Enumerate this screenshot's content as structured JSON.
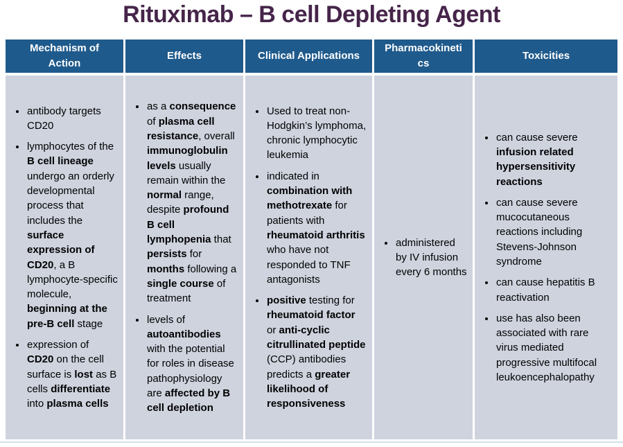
{
  "title": "Rituximab – B cell Depleting Agent",
  "colors": {
    "header_bg": "#1F5A8C",
    "cell_bg": "#CED3DE",
    "title": "#46254A",
    "header_text": "#FFFFFF",
    "body_text": "#000000",
    "bottom_rule": "#D6DEEA"
  },
  "table": {
    "columns": [
      {
        "id": "mechanism-of-action",
        "header": "Mechanism of\nAction",
        "bullets": [
          [
            {
              "t": "antibody targets CD20"
            }
          ],
          [
            {
              "t": "lymphocytes of the "
            },
            {
              "t": "B cell lineage",
              "b": true
            },
            {
              "t": " undergo an orderly developmental process that includes the "
            },
            {
              "t": "surface expression of CD20",
              "b": true
            },
            {
              "t": ", a B lymphocyte-specific molecule, "
            },
            {
              "t": "beginning at the pre-B cell",
              "b": true
            },
            {
              "t": " stage"
            }
          ],
          [
            {
              "t": "expression of "
            },
            {
              "t": "CD20",
              "b": true
            },
            {
              "t": " on the cell surface is "
            },
            {
              "t": "lost",
              "b": true
            },
            {
              "t": " as B cells "
            },
            {
              "t": "differentiate",
              "b": true
            },
            {
              "t": " into "
            },
            {
              "t": "plasma cells",
              "b": true
            }
          ]
        ]
      },
      {
        "id": "effects",
        "header": "Effects",
        "bullets": [
          [
            {
              "t": "as a "
            },
            {
              "t": "consequence",
              "b": true
            },
            {
              "t": " of "
            },
            {
              "t": "plasma cell resistance",
              "b": true
            },
            {
              "t": ", overall "
            },
            {
              "t": "immunoglobulin levels",
              "b": true
            },
            {
              "t": " usually remain within the "
            },
            {
              "t": "normal",
              "b": true
            },
            {
              "t": " range, despite "
            },
            {
              "t": "profound B cell lymphopenia",
              "b": true
            },
            {
              "t": " that "
            },
            {
              "t": "persists",
              "b": true
            },
            {
              "t": " for "
            },
            {
              "t": "months",
              "b": true
            },
            {
              "t": " following a "
            },
            {
              "t": "single course",
              "b": true
            },
            {
              "t": " of treatment"
            }
          ],
          [
            {
              "t": "levels of "
            },
            {
              "t": "autoantibodies",
              "b": true
            },
            {
              "t": " with the potential for roles in disease pathophysiology are "
            },
            {
              "t": "affected by B cell depletion",
              "b": true
            }
          ]
        ]
      },
      {
        "id": "clinical-applications",
        "header": "Clinical Applications",
        "bullets": [
          [
            {
              "t": "Used to treat non-Hodgkin’s lymphoma, chronic lymphocytic leukemia"
            }
          ],
          [
            {
              "t": "indicated in "
            },
            {
              "t": "combination with methotrexate",
              "b": true
            },
            {
              "t": " for patients with "
            },
            {
              "t": "rheumatoid arthritis",
              "b": true
            },
            {
              "t": " who have not responded to TNF antagonists"
            }
          ],
          [
            {
              "t": "positive",
              "b": true
            },
            {
              "t": " testing for "
            },
            {
              "t": "rheumatoid factor",
              "b": true
            },
            {
              "t": " or "
            },
            {
              "t": "anti-cyclic citrullinated peptide",
              "b": true
            },
            {
              "t": " (CCP) antibodies predicts a "
            },
            {
              "t": "greater likelihood of responsiveness",
              "b": true
            }
          ]
        ]
      },
      {
        "id": "pharmacokinetics",
        "header": "Pharmacokineti\ncs",
        "bullets": [
          [
            {
              "t": "administered by IV infusion every 6 months"
            }
          ]
        ]
      },
      {
        "id": "toxicities",
        "header": "Toxicities",
        "bullets": [
          [
            {
              "t": "can cause severe "
            },
            {
              "t": "infusion related hypersensitivity reactions",
              "b": true
            }
          ],
          [
            {
              "t": "can cause severe mucocutaneous reactions including Stevens-Johnson syndrome"
            }
          ],
          [
            {
              "t": "can cause hepatitis B reactivation"
            }
          ],
          [
            {
              "t": "use has also been associated with rare virus mediated progressive multifocal leukoencephalopathy"
            }
          ]
        ]
      }
    ]
  }
}
